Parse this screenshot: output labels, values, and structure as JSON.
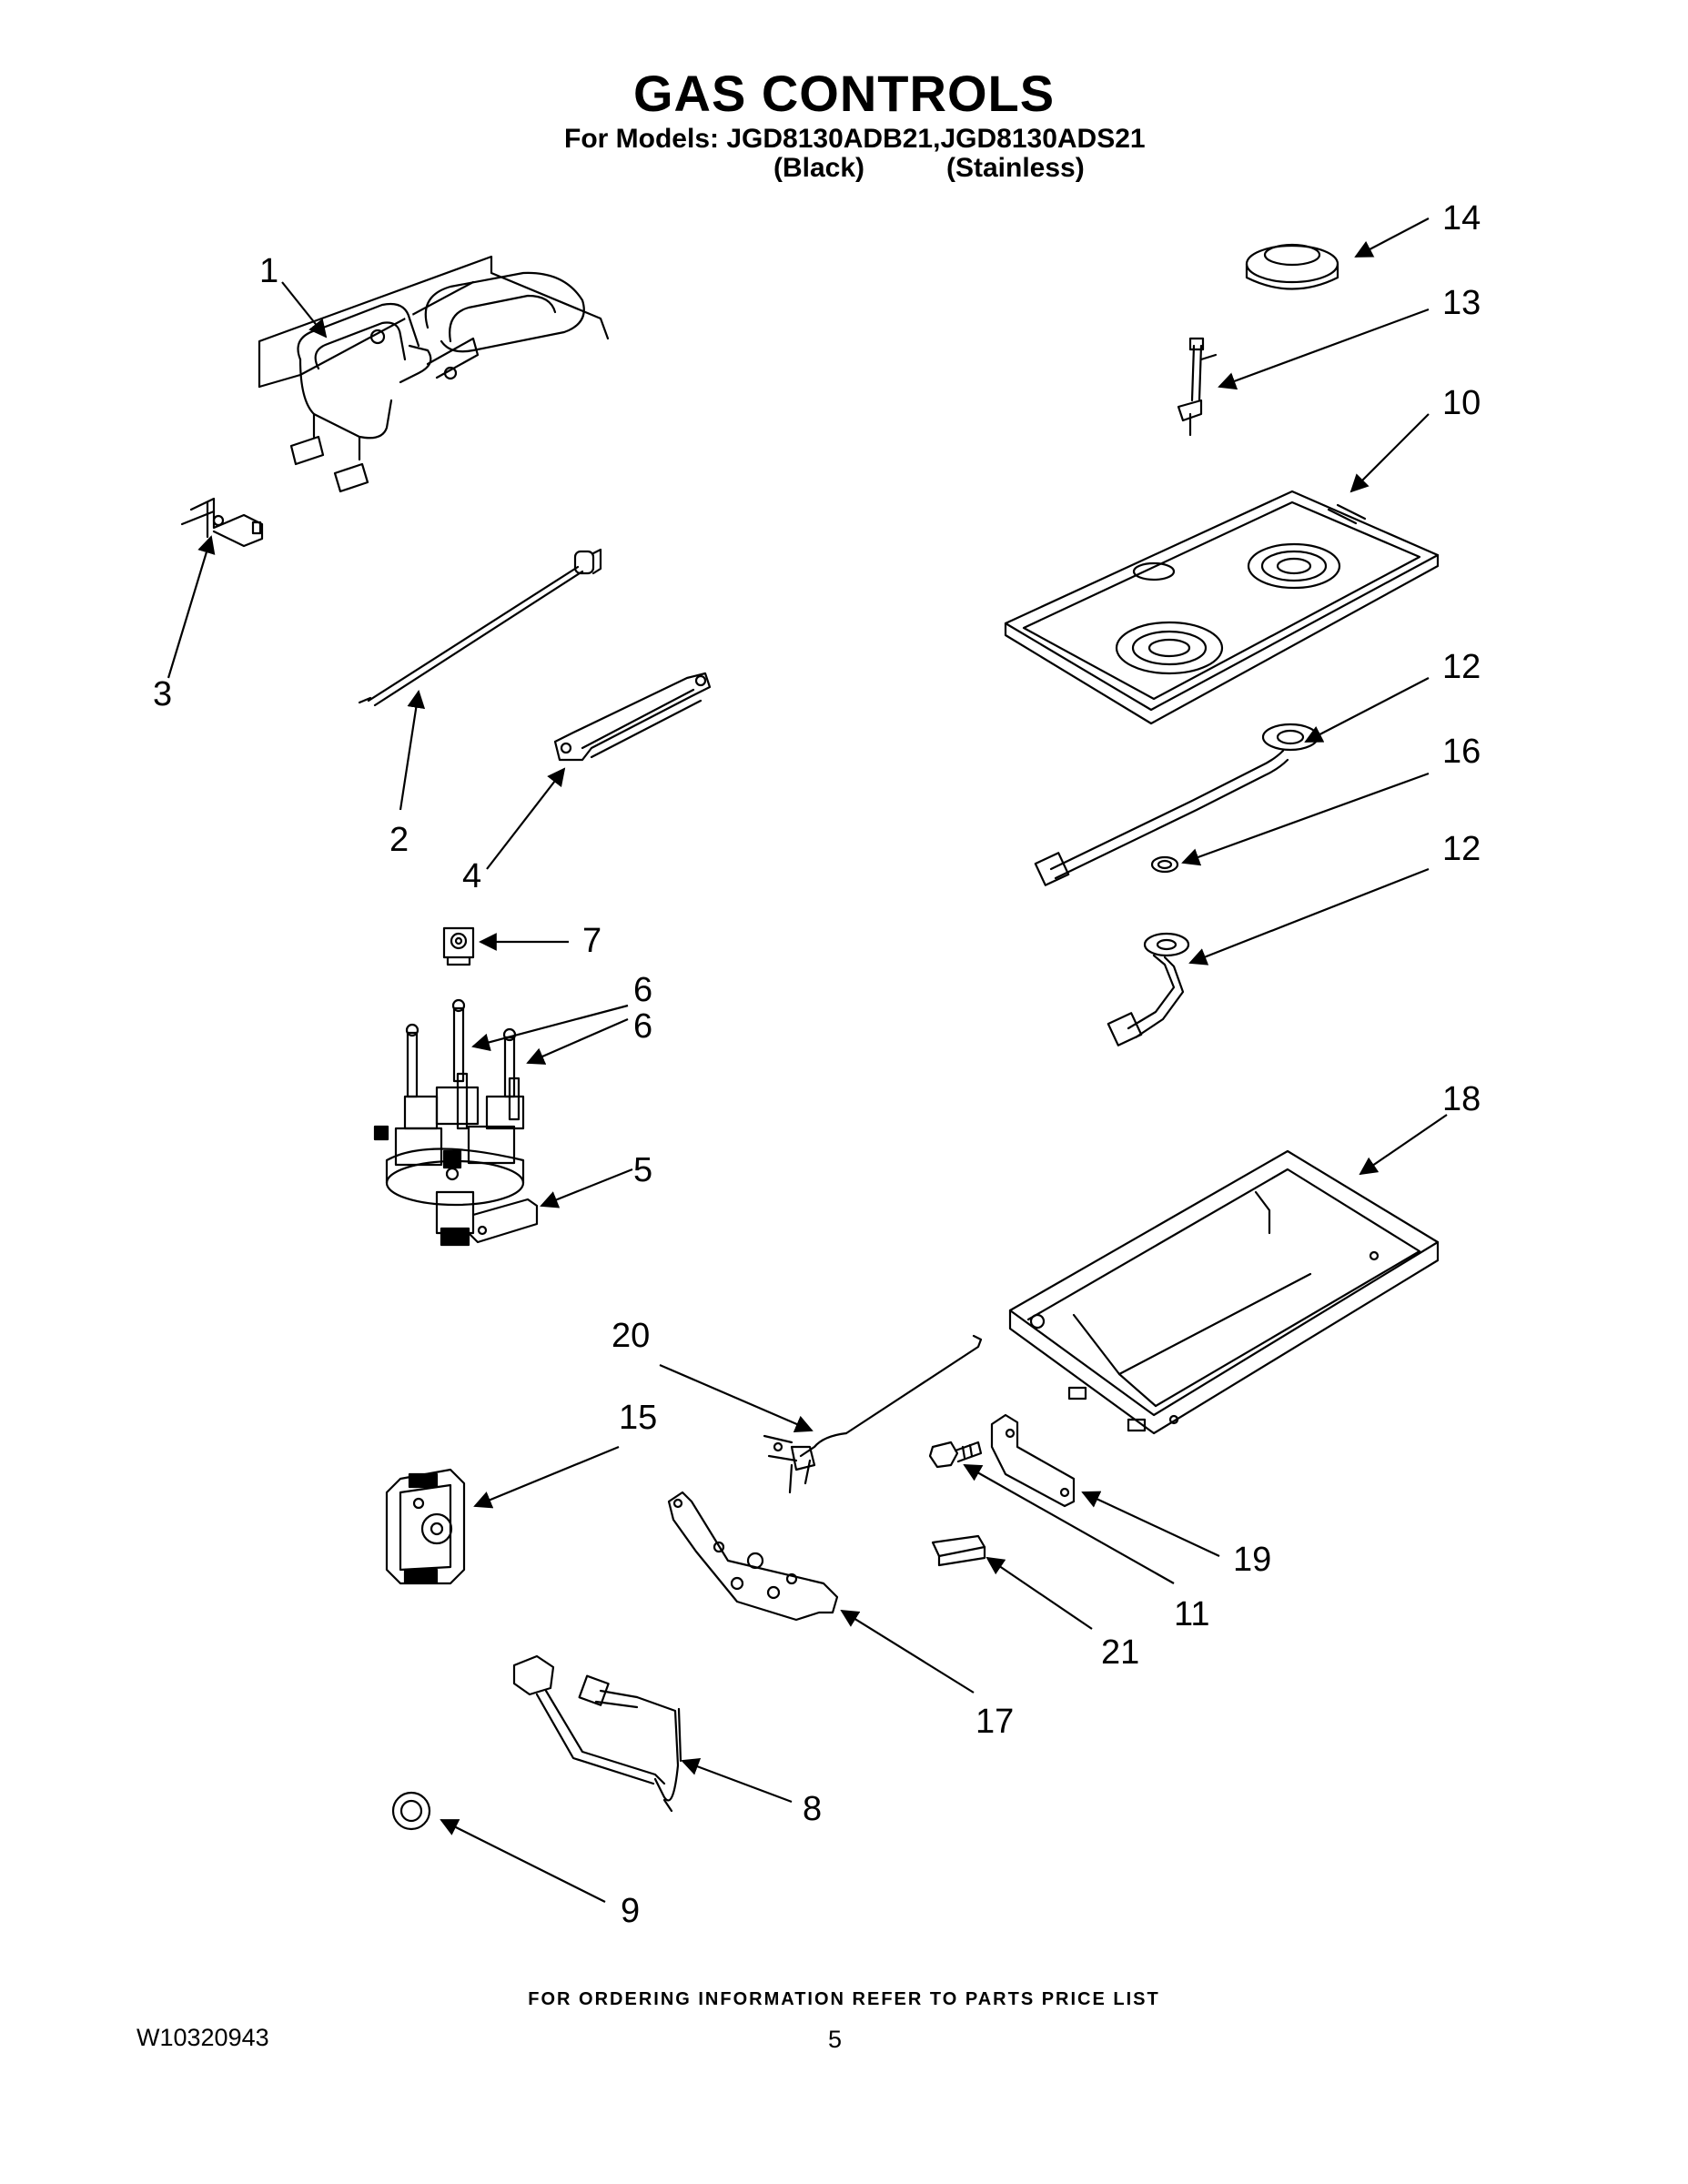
{
  "header": {
    "title": "GAS CONTROLS",
    "models_line": "For Models: JGD8130ADB21,JGD8130ADS21",
    "finish_black": "(Black)",
    "finish_stainless": "(Stainless)"
  },
  "callouts": {
    "c1": "1",
    "c2": "2",
    "c3": "3",
    "c4": "4",
    "c5": "5",
    "c6a": "6",
    "c6b": "6",
    "c7": "7",
    "c8": "8",
    "c9": "9",
    "c10": "10",
    "c11": "11",
    "c12a": "12",
    "c12b": "12",
    "c13": "13",
    "c14": "14",
    "c15": "15",
    "c16": "16",
    "c17": "17",
    "c18": "18",
    "c19": "19",
    "c20": "20",
    "c21": "21"
  },
  "footer": {
    "ordering_note": "FOR ORDERING INFORMATION REFER TO PARTS PRICE LIST",
    "document_number": "W10320943",
    "page_number": "5"
  }
}
